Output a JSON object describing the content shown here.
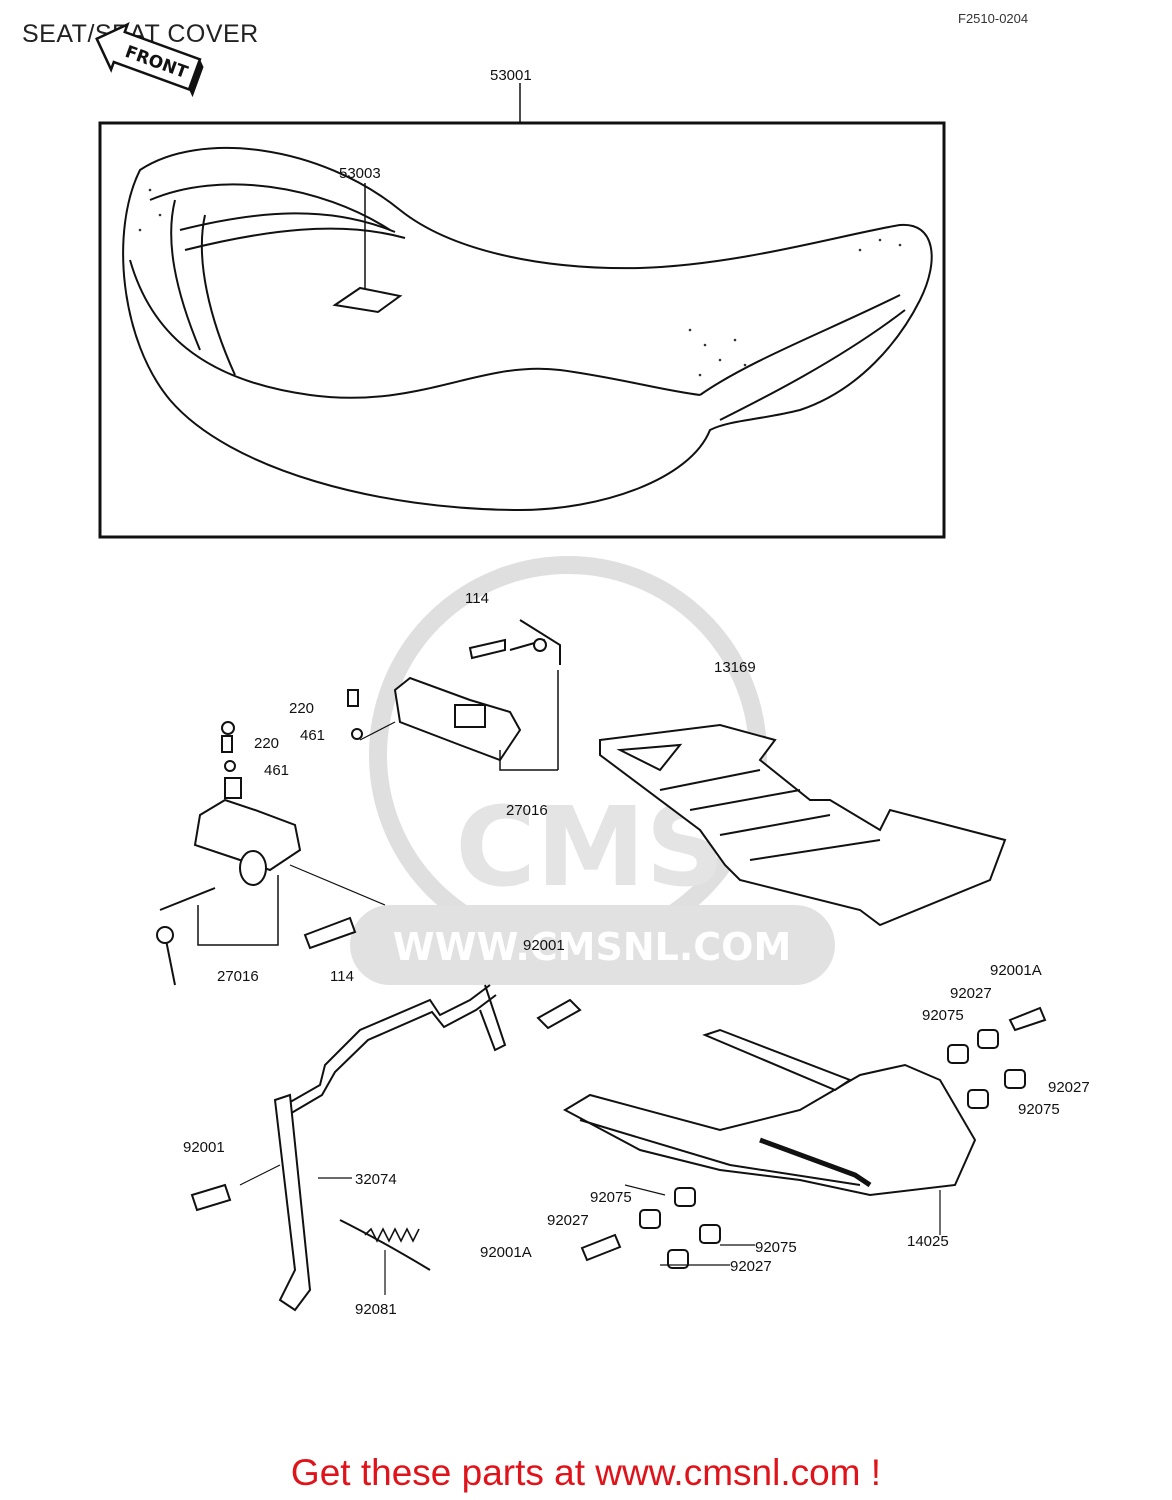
{
  "header": {
    "title": "SEAT/SEAT COVER",
    "diagram_code": "F2510-0204",
    "front_label": "FRONT"
  },
  "watermark": {
    "brand": "CMS",
    "url": "WWW.CMSNL.COM"
  },
  "parts": {
    "p53001": "53001",
    "p53003": "53003",
    "p114_top": "114",
    "p220_a": "220",
    "p461_a": "461",
    "p220_b": "220",
    "p461_b": "461",
    "p27016_top": "27016",
    "p13169": "13169",
    "p27016_left": "27016",
    "p114_left": "114",
    "p92001_top": "92001",
    "p92001A_right": "92001A",
    "p92027_r1": "92027",
    "p92075_r1": "92075",
    "p92027_r2": "92027",
    "p92075_r2": "92075",
    "p92001_left": "92001",
    "p32074": "32074",
    "p92075_b1": "92075",
    "p92027_b1": "92027",
    "p92001A_bottom": "92001A",
    "p92075_b2": "92075",
    "p92027_b2": "92027",
    "p92081": "92081",
    "p14025": "14025"
  },
  "footer": {
    "text": "Get these parts at www.cmsnl.com !"
  },
  "colors": {
    "footer_text": "#e0131a",
    "line": "#111111",
    "watermark": "#d9d9d9"
  }
}
